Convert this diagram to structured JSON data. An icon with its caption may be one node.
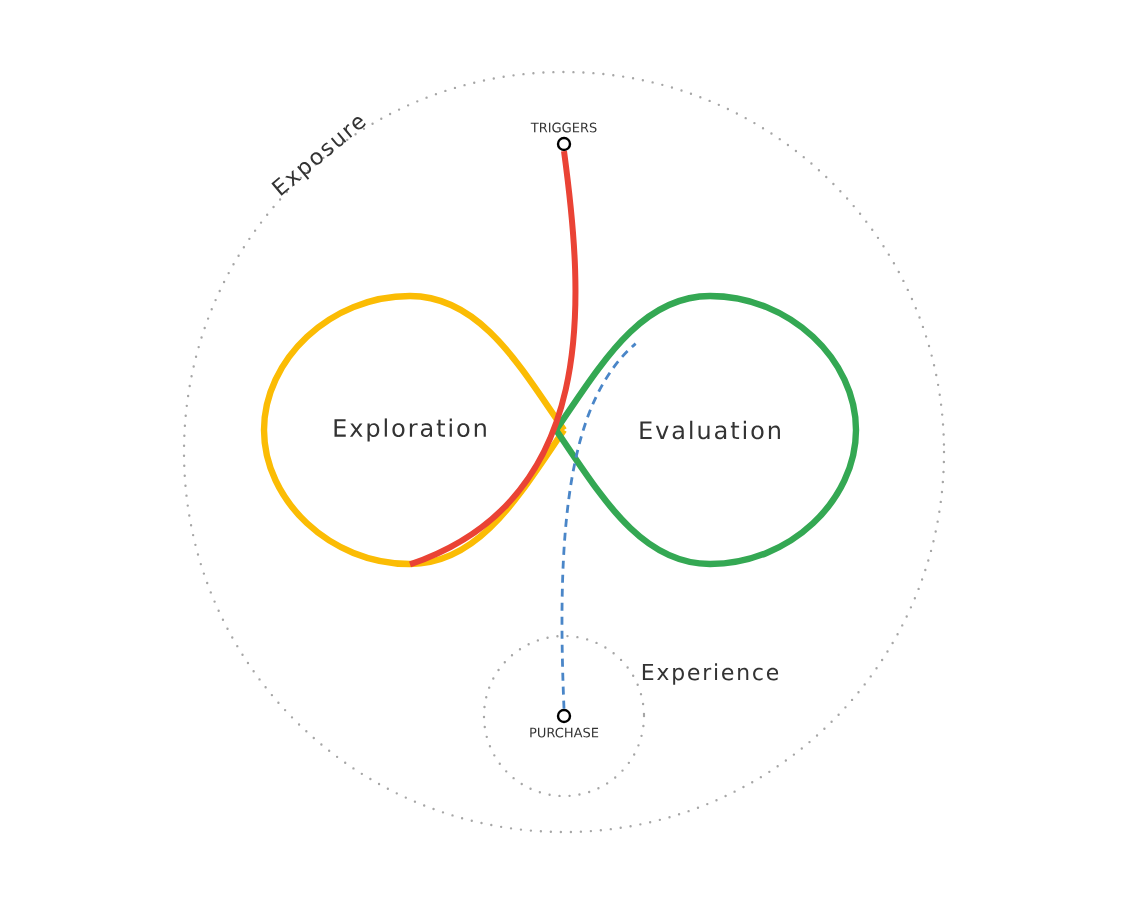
{
  "diagram": {
    "nodes": [
      {
        "text": [
          "Exposure"
        ]
      },
      {
        "text": [
          "Exploration"
        ],
        "in": 0
      },
      {
        "text": [
          "Evaluation"
        ],
        "in": 0
      },
      {
        "text": [
          "Experience"
        ],
        "in": 0
      },
      {
        "text": [
          "TRIGGERS"
        ],
        "in": 0
      },
      {
        "text": [
          "PURCHASE"
        ],
        "in": 3
      }
    ],
    "edges": [
      {
        "from": 4,
        "to": 1,
        "arrow": "none",
        "style": "thick",
        "color": "#ea4335"
      },
      {
        "from": 5,
        "to": 2,
        "arrow": "none",
        "style": "dashed",
        "color": "#4a86c8"
      }
    ]
  }
}
